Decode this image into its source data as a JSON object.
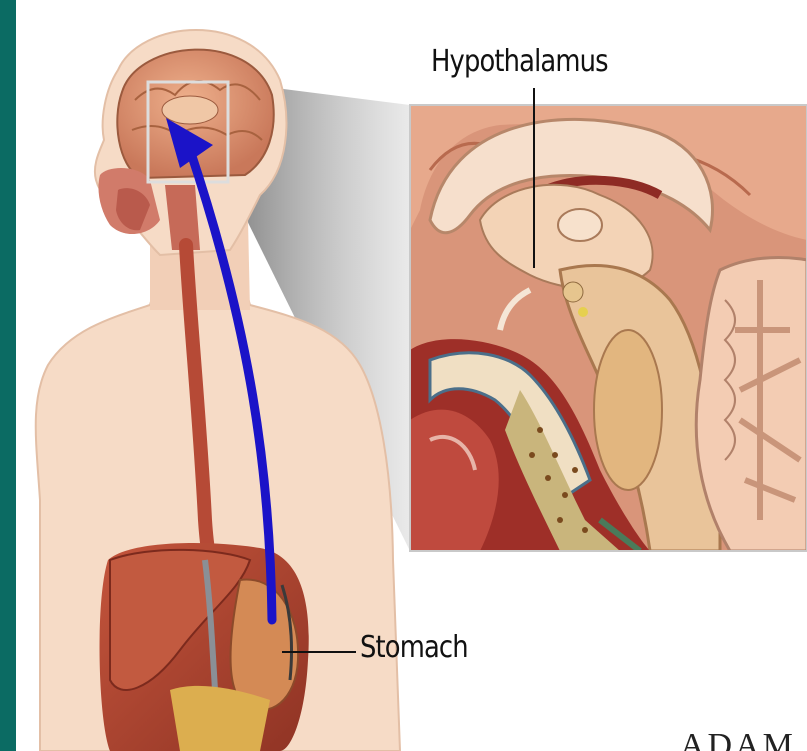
{
  "labels": {
    "hypothalamus": "Hypothalamus",
    "stomach": "Stomach"
  },
  "logo": {
    "text": "ADAM"
  },
  "colors": {
    "border_teal": "#0b6b63",
    "arrow_blue": "#1b13c8",
    "skin": "#f6dbc6",
    "brain": "#e4a07a",
    "organ_red": "#b54a33"
  }
}
